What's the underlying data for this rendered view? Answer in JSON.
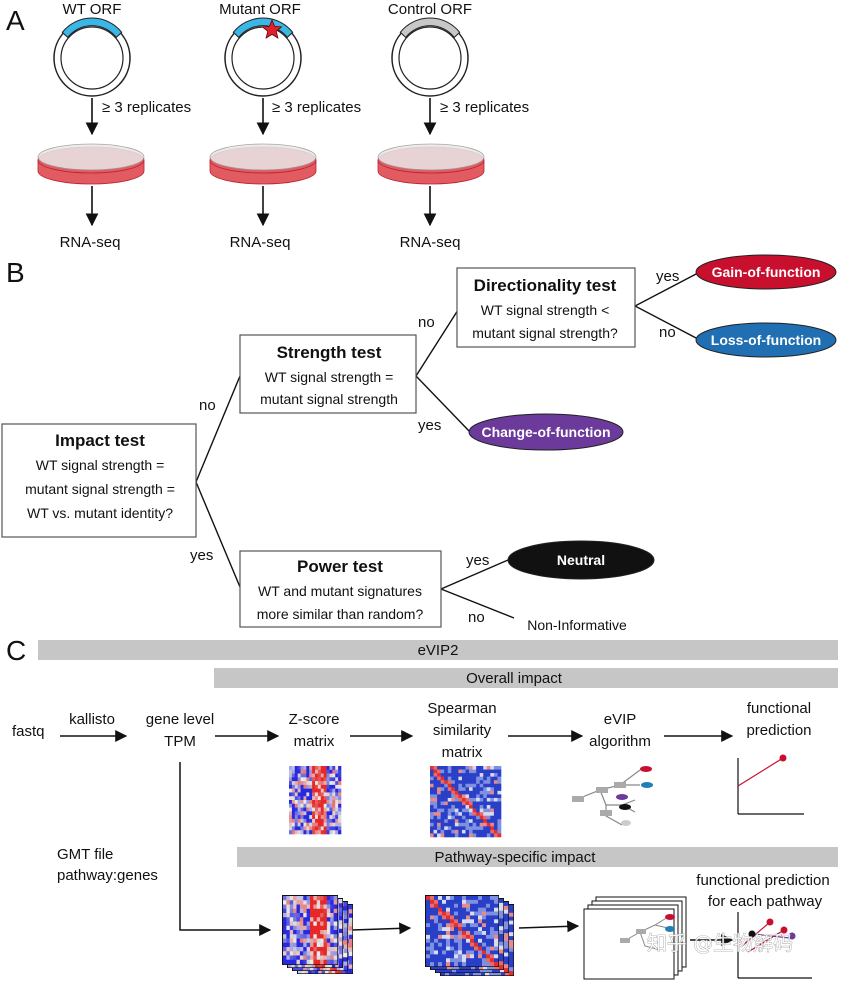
{
  "panels": {
    "a": "A",
    "b": "B",
    "c": "C"
  },
  "panel_a": {
    "plasmids": [
      {
        "label": "WT ORF",
        "color": "#3bb7e6"
      },
      {
        "label": "Mutant ORF",
        "color": "#3bb7e6",
        "mutation_color": "#e0202c"
      },
      {
        "label": "Control ORF",
        "color": "#c8c8c8"
      }
    ],
    "replicates_label": "≥ 3 replicates",
    "rnaseq_label": "RNA-seq",
    "dish_color": "#e25b60"
  },
  "panel_b": {
    "impact": {
      "title": "Impact test",
      "lines": [
        "WT signal strength =",
        "mutant signal strength =",
        "WT vs. mutant identity?"
      ]
    },
    "strength": {
      "title": "Strength test",
      "lines": [
        "WT signal strength =",
        "mutant signal strength"
      ]
    },
    "directionality": {
      "title": "Directionality test",
      "lines": [
        "WT signal strength <",
        "mutant signal strength?"
      ]
    },
    "power": {
      "title": "Power test",
      "lines": [
        "WT and mutant signatures",
        "more similar than random?"
      ]
    },
    "edges": {
      "no": "no",
      "yes": "yes"
    },
    "outcomes": {
      "gain": {
        "label": "Gain-of-function",
        "color": "#c8102e"
      },
      "loss": {
        "label": "Loss-of-function",
        "color": "#1f6fb2"
      },
      "change": {
        "label": "Change-of-function",
        "color": "#6b3a9a"
      },
      "neutral": {
        "label": "Neutral",
        "color": "#111111"
      },
      "noninf": {
        "label": "Non-Informative"
      }
    }
  },
  "panel_c": {
    "bars": {
      "evip2": "eVIP2",
      "overall": "Overall impact",
      "pathway": "Pathway-specific impact"
    },
    "bar_color": "#c6c6c6",
    "fastq": "fastq",
    "kallisto": "kallisto",
    "gene_level": [
      "gene level",
      "TPM"
    ],
    "zscore": [
      "Z-score",
      "matrix"
    ],
    "spearman": [
      "Spearman",
      "similarity",
      "matrix"
    ],
    "evip": [
      "eVIP",
      "algorithm"
    ],
    "functional": [
      "functional",
      "prediction"
    ],
    "gmt": [
      "GMT file",
      "pathway:genes"
    ],
    "functional_each": [
      "functional prediction",
      "for each pathway"
    ]
  },
  "watermark": "知乎 @生物解码"
}
